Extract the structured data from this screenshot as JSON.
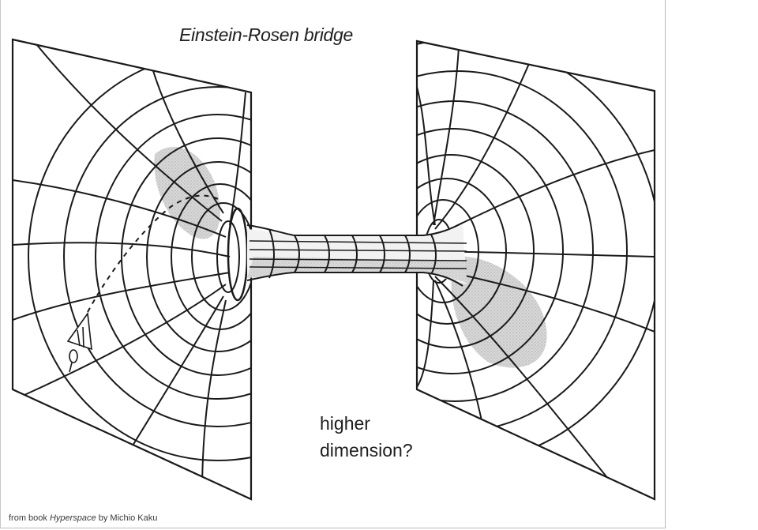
{
  "slide": {
    "title": "Einstein-Rosen bridge",
    "caption_line1": "higher",
    "caption_line2": "dimension?",
    "credit_prefix": "from book ",
    "credit_book": "Hyperspace",
    "credit_suffix": " by Michio Kaku"
  },
  "illustration": {
    "subject": "wormhole connecting two curved spacetime sheets",
    "elements": [
      "left-spacetime-sheet",
      "right-spacetime-sheet",
      "wormhole-tube",
      "spaceship",
      "trajectory-path"
    ],
    "line_color": "#1a1a1a",
    "shading_color": "#c9c9c9"
  }
}
